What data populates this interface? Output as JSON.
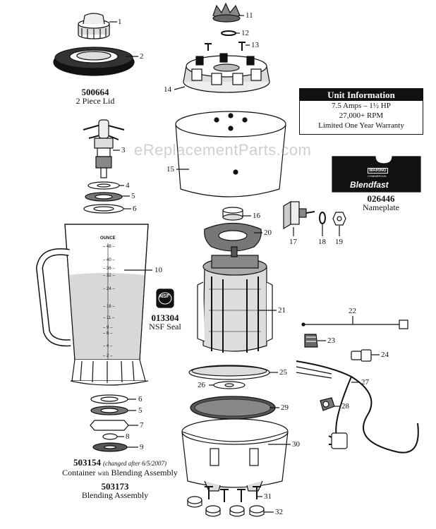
{
  "watermark": "eReplacementParts.com",
  "labels": {
    "p1": "1",
    "p2": "2",
    "p3": "3",
    "p4": "4",
    "p5": "5",
    "p6": "6",
    "p6b": "6",
    "p5b": "5",
    "p7": "7",
    "p8": "8",
    "p9": "9",
    "p10": "10",
    "p11": "11",
    "p12": "12",
    "p13": "13",
    "p14": "14",
    "p15": "15",
    "p16": "16",
    "p17": "17",
    "p18": "18",
    "p19": "19",
    "p20": "20",
    "p21": "21",
    "p22": "22",
    "p23": "23",
    "p24": "24",
    "p25": "25",
    "p26": "26",
    "p27": "27",
    "p28": "28",
    "p29": "29",
    "p30": "30",
    "p31": "31",
    "p32": "32"
  },
  "captions": {
    "lid_pn": "500664",
    "lid_name": "2 Piece Lid",
    "nameplate_pn": "026446",
    "nameplate_name": "Nameplate",
    "nsf_pn": "013304",
    "nsf_name": "NSF Seal",
    "container_pn": "503154",
    "container_note": "(changed after 6/5/2007)",
    "container_name_a": "Container",
    "container_name_with": "with",
    "container_name_b": "Blending Assembly",
    "blending_pn": "503173",
    "blending_name": "Blending Assembly"
  },
  "unit_info": {
    "title": "Unit Information",
    "line1": "7.5 Amps – 1½ HP",
    "line2": "27,000+ RPM",
    "line3": "Limited One Year Warranty"
  },
  "nameplate": {
    "brand": "WARING",
    "brand_sub": "COMMERCIAL",
    "model": "Blendfast"
  },
  "nsf_mark": "NSF",
  "container_scale": {
    "unit": "OUNCE",
    "ticks": [
      "48",
      "40",
      "36",
      "32",
      "24",
      "16",
      "11",
      "9",
      "8",
      "4",
      "2"
    ]
  }
}
